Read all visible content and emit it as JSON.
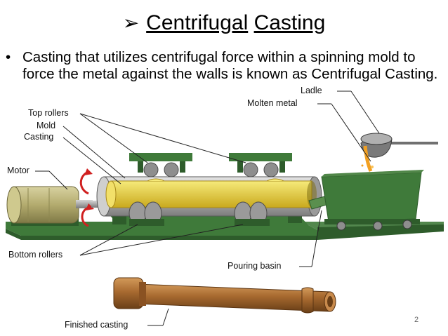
{
  "slide": {
    "arrow_glyph": "➢",
    "title_word1": "Centrifugal",
    "title_word2": "Casting",
    "bullet_glyph": "•",
    "bullet_text": "Casting that utilizes centrifugal force within a spinning mold to force the metal against the walls is known as Centrifugal Casting.",
    "page_number": "2"
  },
  "labels": {
    "ladle": "Ladle",
    "molten_metal": "Molten metal",
    "top_rollers": "Top rollers",
    "mold": "Mold",
    "casting": "Casting",
    "motor": "Motor",
    "bottom_rollers": "Bottom rollers",
    "pouring_basin": "Pouring basin",
    "finished_casting": "Finished casting"
  },
  "colors": {
    "base_green": "#3f7a3a",
    "dark_green": "#2e5c2b",
    "mold_grey": "#b9b9b9",
    "casting_yellow": "#e8d23a",
    "motor_khaki": "#b9b27a",
    "bronze": "#a86a30",
    "molten_orange": "#f2a021",
    "roller_grey": "#8e8e8e"
  }
}
